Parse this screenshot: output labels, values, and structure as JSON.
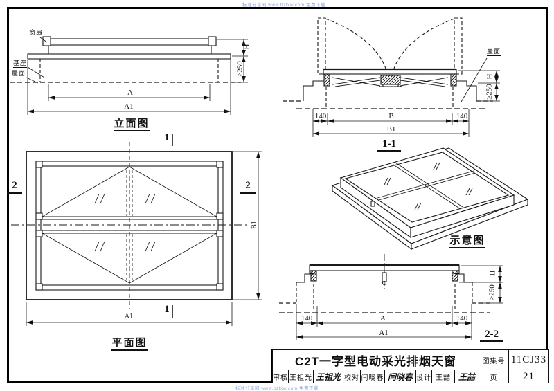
{
  "watermark": {
    "top": "标准分享网 www.bzfxw.com 免费下载",
    "bottom": "标准分享网 www.bzfxw.com 免费下载"
  },
  "views": {
    "elevation": {
      "title": "立面图",
      "label_sash": "窗扇",
      "label_base": "基座",
      "label_roof": "屋面",
      "dim_a": "A",
      "dim_a1": "A1",
      "dim_h": "H",
      "dim_250": "≥250"
    },
    "section_1_1": {
      "title": "1-1",
      "label_roof": "屋面",
      "dim_140": "140",
      "dim_b": "B",
      "dim_b1": "B1",
      "dim_h": "H",
      "dim_250": "≥250"
    },
    "schematic": {
      "title": "示意图"
    },
    "plan": {
      "title": "平面图",
      "marker_1": "1",
      "marker_2": "2",
      "dim_a1": "A1",
      "dim_b1": "B1"
    },
    "section_2_2": {
      "title": "2-2",
      "dim_140": "140",
      "dim_a": "A",
      "dim_a1": "A1",
      "dim_h": "H",
      "dim_250": "≥250"
    }
  },
  "titleblock": {
    "drawing_title": "C2T一字型电动采光排烟天窗",
    "atlas_label": "图集号",
    "atlas_no": "11CJ33",
    "page_label": "页",
    "page_no": "21",
    "review_label": "审核",
    "review_name": "王祖光",
    "review_sig": "王祖光",
    "proof_label": "校对",
    "proof_name": "闫晓春",
    "proof_sig": "闫晓春",
    "design_label": "设计",
    "design_name": "王喆",
    "design_sig": "王喆"
  }
}
